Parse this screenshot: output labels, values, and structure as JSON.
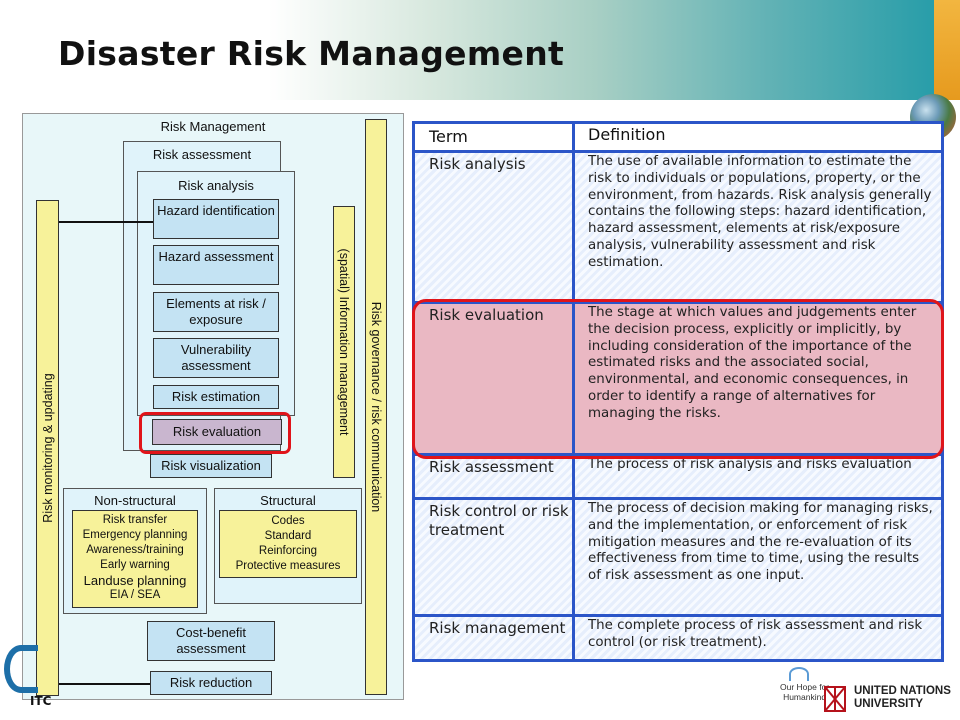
{
  "slide": {
    "title": "Disaster Risk Management"
  },
  "diagram": {
    "risk_management": "Risk Management",
    "risk_assessment": "Risk assessment",
    "risk_analysis": "Risk analysis",
    "hazard_identification": "Hazard identification",
    "hazard_assessment": "Hazard assessment",
    "elements_at_risk": "Elements at risk / exposure",
    "vulnerability_assessment": "Vulnerability assessment",
    "risk_estimation": "Risk  estimation",
    "risk_evaluation": "Risk evaluation",
    "risk_visualization": "Risk visualization",
    "non_structural": "Non-structural",
    "non_structural_items": [
      "Risk transfer",
      "Emergency planning",
      "Awareness/training",
      "Early warning",
      "Landuse planning",
      "EIA / SEA"
    ],
    "structural": "Structural",
    "structural_items": [
      "Codes",
      "Standard",
      "Reinforcing",
      "Protective measures"
    ],
    "cost_benefit": "Cost-benefit assessment",
    "risk_reduction": "Risk reduction",
    "monitoring_bar": "Risk monitoring & updating",
    "information_bar": "(spatial) Information management",
    "governance_bar": "Risk governance / risk communication"
  },
  "table": {
    "header_term": "Term",
    "header_definition": "Definition",
    "rows": [
      {
        "term": "Risk analysis",
        "definition": "The use of available information to estimate the risk to individuals or populations, property, or the environment, from hazards. Risk analysis generally contains the following steps: hazard identification, hazard assessment, elements at risk/exposure analysis, vulnerability assessment and risk estimation."
      },
      {
        "term": "Risk evaluation",
        "definition": "The stage at which values and judgements enter the decision process, explicitly or implicitly, by including consideration of the importance of the estimated risks and the associated social, environmental, and economic consequences, in order to identify a range of alternatives for managing the risks."
      },
      {
        "term": "Risk assessment",
        "definition": "The process of risk analysis and risks evaluation"
      },
      {
        "term": "Risk control or risk treatment",
        "definition": "The process of decision making for managing risks, and the implementation, or enforcement of risk mitigation measures and the re-evaluation of its effectiveness from time to time, using the results of risk assessment as one input."
      },
      {
        "term": "Risk management",
        "definition": "The complete process of risk assessment and risk control (or risk treatment)."
      }
    ]
  },
  "footer": {
    "itc_logo": "ITC",
    "hope_line1": "Our Hope for",
    "hope_line2": "Humankind",
    "unu_line1": "UNITED NATIONS",
    "unu_line2": "UNIVERSITY"
  },
  "colors": {
    "table_border": "#2b55c8",
    "highlight": "#e0141a",
    "diagram_blue": "#c4e3f3",
    "diagram_yellow": "#f7f29a"
  }
}
